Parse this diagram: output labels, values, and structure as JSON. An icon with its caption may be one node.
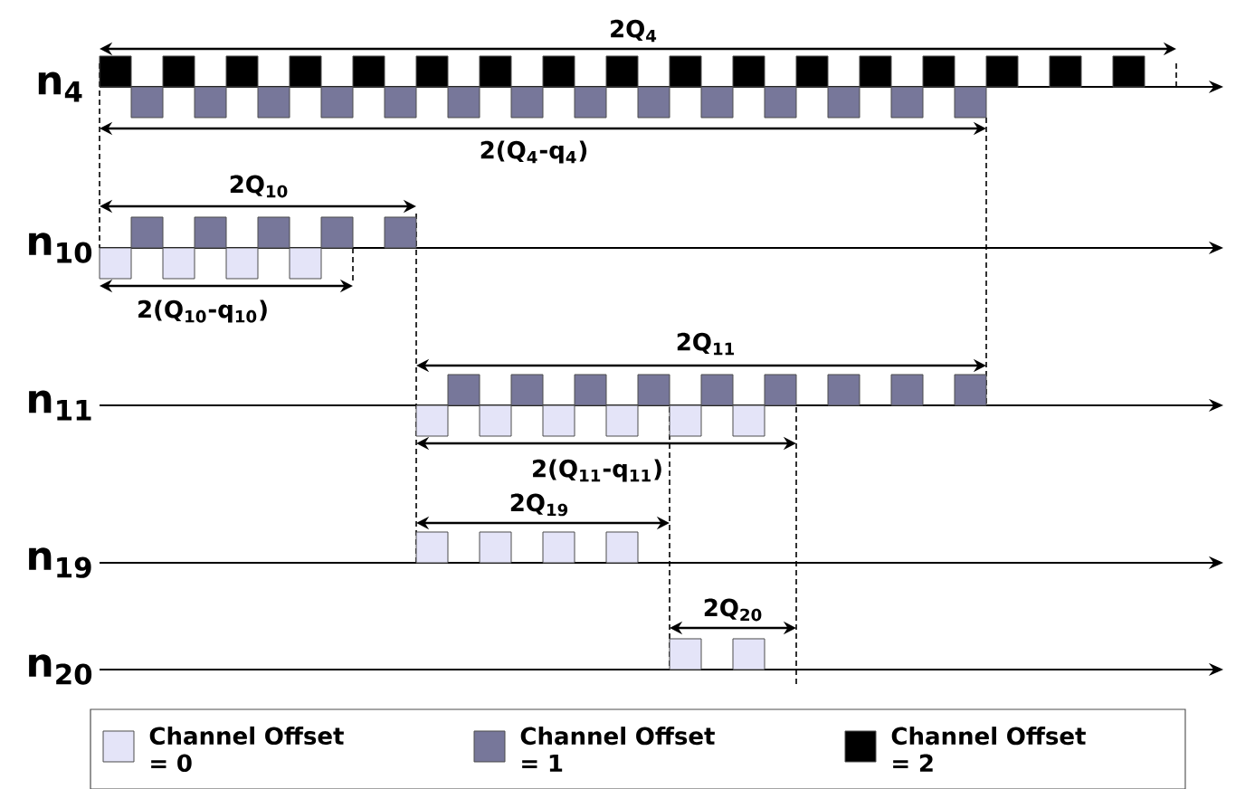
{
  "diagram": {
    "labels": [
      "2Q$_{4}$",
      "n$_{4}$",
      "2(Q$_{4}$-q$_{4}$)",
      "2Q$_{10}$",
      "n$_{10}$",
      "2(Q$_{10}$-q$_{10}$)",
      "2Q$_{11}$",
      "n$_{11}$",
      "2(Q$_{11}$-q$_{11}$)",
      "2Q$_{19}$",
      "n$_{19}$",
      "2Q$_{20}$",
      "n$_{20}$"
    ],
    "legend": [
      {
        "text": "Channel Offset = 0",
        "color": "#e4e4f8"
      },
      {
        "text": "Channel Offset = 1",
        "color": "#77779a"
      },
      {
        "text": "Channel Offset = 2",
        "color": "#000000"
      }
    ]
  }
}
